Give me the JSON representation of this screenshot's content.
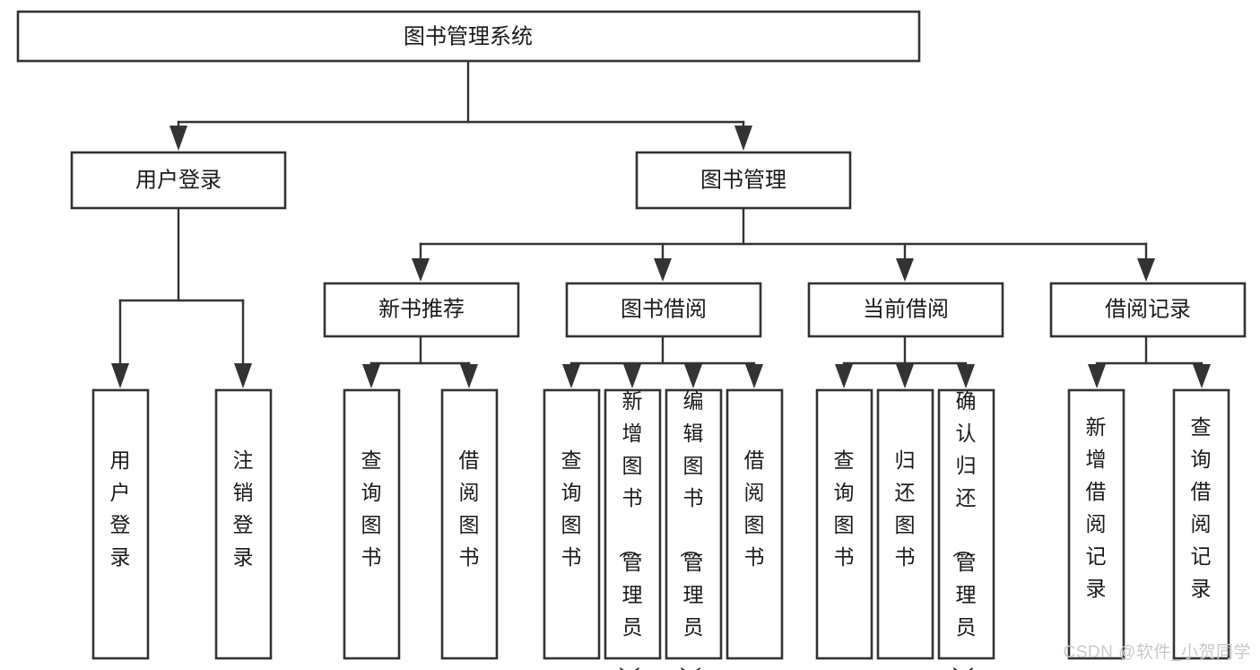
{
  "diagram": {
    "type": "tree",
    "title": "图书管理系统",
    "watermark": "CSDN @软件_小贺同学",
    "colors": {
      "box_stroke": "#333333",
      "box_fill": "#ffffff",
      "connector": "#333333",
      "text": "#1a1a1a",
      "watermark": "#c9c9c9",
      "background": "#ffffff"
    },
    "nodes": {
      "root": {
        "label": "图书管理系统"
      },
      "level2": [
        {
          "label": "用户登录"
        },
        {
          "label": "图书管理"
        }
      ],
      "level3": [
        {
          "label": "新书推荐"
        },
        {
          "label": "图书借阅"
        },
        {
          "label": "当前借阅"
        },
        {
          "label": "借阅记录"
        }
      ],
      "leaves": {
        "user_login": [
          {
            "label": "用户登录"
          },
          {
            "label": "注销登录"
          }
        ],
        "new_book_recommend": [
          {
            "label": "查询图书"
          },
          {
            "label": "借阅图书"
          }
        ],
        "book_borrow": [
          {
            "label": "查询图书"
          },
          {
            "label": "新增图书（管理员）"
          },
          {
            "label": "编辑图书（管理员）"
          },
          {
            "label": "借阅图书"
          }
        ],
        "current_borrow": [
          {
            "label": "查询图书"
          },
          {
            "label": "归还图书"
          },
          {
            "label": "确认归还（管理员）"
          }
        ],
        "borrow_record": [
          {
            "label": "新增借阅记录"
          },
          {
            "label": "查询借阅记录"
          }
        ]
      }
    }
  }
}
